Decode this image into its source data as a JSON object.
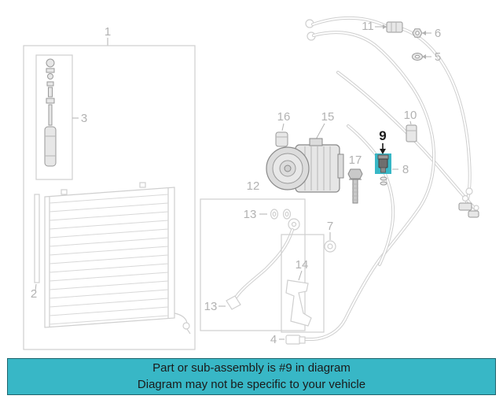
{
  "banner": {
    "line1": "Part or sub-assembly is #9 in diagram",
    "line2": "Diagram may not be specific to your vehicle"
  },
  "highlighted_part": "9",
  "colors": {
    "background": "#ffffff",
    "banner_bg": "#38b7c6",
    "highlight": "#38b7c6",
    "line_light": "#cfcfcf",
    "line_mid": "#9a9a9a",
    "line_dark": "#8a8a8a",
    "label_gray": "#b2b2b2",
    "label_black": "#1a1a1a"
  },
  "callouts": {
    "c1": "1",
    "c2": "2",
    "c3": "3",
    "c4": "4",
    "c5": "5",
    "c6": "6",
    "c7": "7",
    "c8": "8",
    "c9": "9",
    "c10": "10",
    "c11": "11",
    "c12": "12",
    "c13a": "13",
    "c13b": "13",
    "c14": "14",
    "c15": "15",
    "c16": "16",
    "c17": "17"
  }
}
